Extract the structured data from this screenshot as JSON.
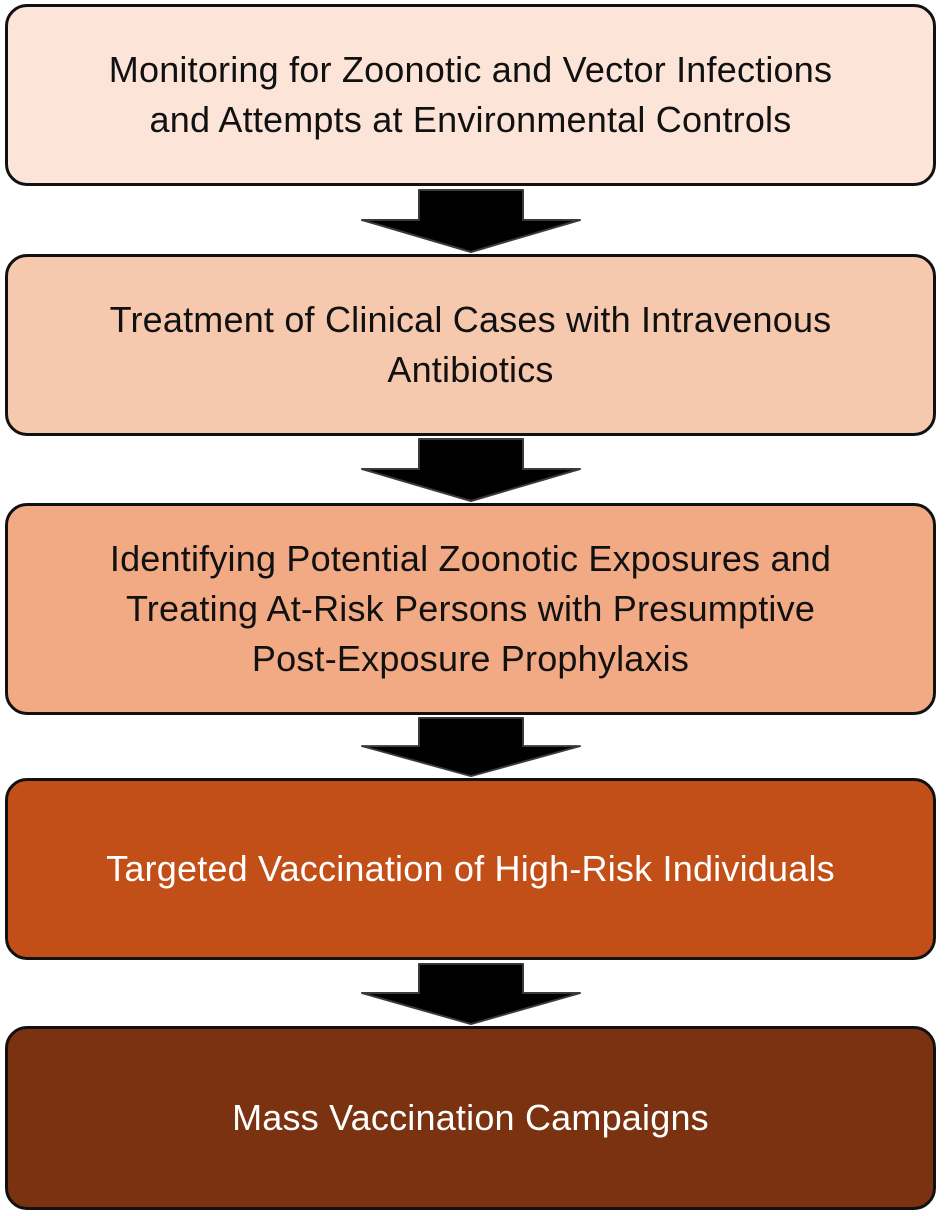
{
  "steps": [
    {
      "lines": [
        "Monitoring for Zoonotic and Vector Infections",
        "and Attempts at Environmental Controls"
      ],
      "fill": "#fce4d8",
      "text_color": "#111111"
    },
    {
      "lines": [
        "Treatment of Clinical Cases with Intravenous",
        "Antibiotics"
      ],
      "fill": "#f6c8ad",
      "text_color": "#111111"
    },
    {
      "lines": [
        "Identifying Potential Zoonotic Exposures and",
        "Treating At-Risk Persons with Presumptive",
        "Post-Exposure Prophylaxis"
      ],
      "fill": "#f1aa84",
      "text_color": "#111111"
    },
    {
      "lines": [
        "Targeted Vaccination of High-Risk Individuals"
      ],
      "fill": "#c24f17",
      "text_color": "#ffffff"
    },
    {
      "lines": [
        "Mass Vaccination Campaigns"
      ],
      "fill": "#7a3210",
      "text_color": "#ffffff"
    }
  ],
  "arrow_color": "#000000",
  "arrow_icon": "down-arrow-icon"
}
